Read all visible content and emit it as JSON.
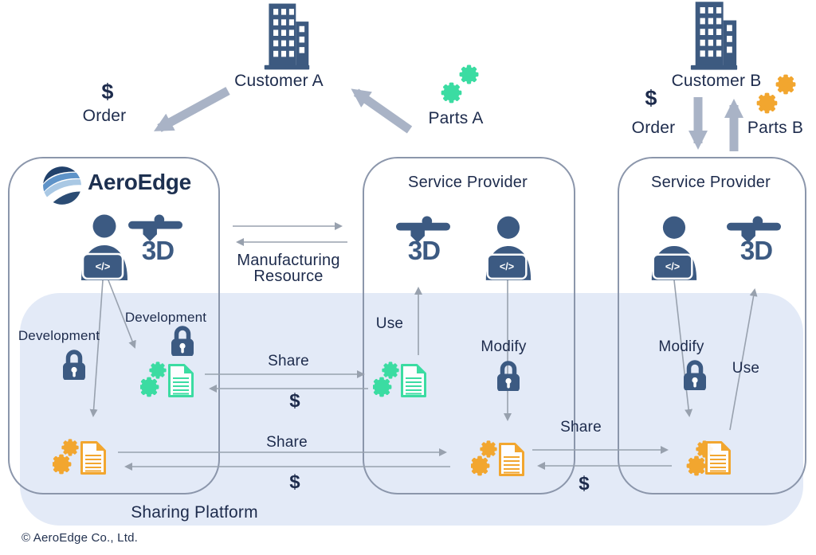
{
  "colors": {
    "navy_icon": "#3c5a82",
    "navy_text": "#1d2b4c",
    "green": "#3bdca2",
    "orange": "#f2a62f",
    "platform_bg": "#e3eaf7",
    "box_border": "#8b96ab",
    "arrow_thick": "#a9b3c6",
    "arrow_thin": "#98a1ae"
  },
  "header": {
    "customer_a": "Customer A",
    "customer_b": "Customer B",
    "order": "Order",
    "dollar": "$",
    "parts_a": "Parts A",
    "parts_b": "Parts B"
  },
  "boxes": {
    "aeroedge": {
      "brand": "AeroEdge"
    },
    "service_provider_center": {
      "title": "Service Provider"
    },
    "service_provider_right": {
      "title": "Service Provider"
    }
  },
  "icons": {
    "printer_label": "3D",
    "code_glyph": "</>"
  },
  "flows": {
    "manufacturing_resource_1": "Manufacturing",
    "manufacturing_resource_2": "Resource",
    "development": "Development",
    "use": "Use",
    "modify": "Modify",
    "share": "Share",
    "dollar": "$"
  },
  "platform": {
    "label": "Sharing Platform"
  },
  "footer": {
    "copyright": "© AeroEdge Co., Ltd."
  }
}
